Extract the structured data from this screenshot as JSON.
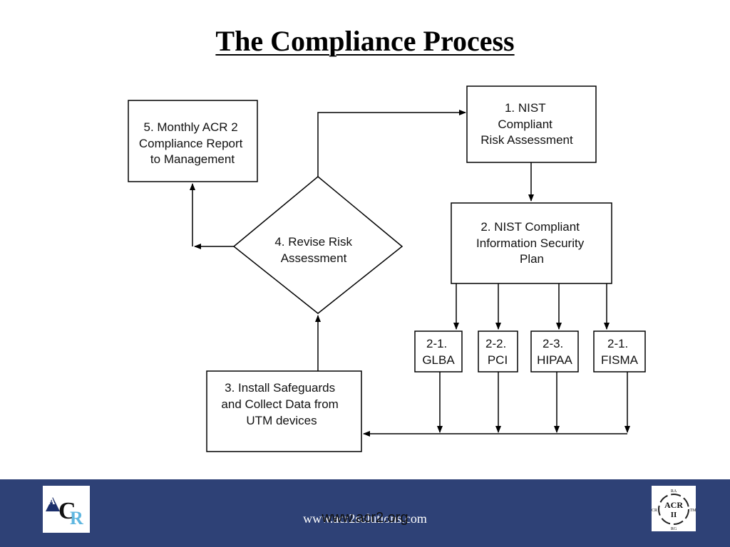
{
  "title": "The Compliance Process",
  "nodes": {
    "step1": [
      "1.  NIST",
      "Compliant",
      "Risk Assessment"
    ],
    "step2": [
      "2. NIST Compliant",
      "Information Security",
      "Plan"
    ],
    "step3": [
      "3.  Install Safeguards",
      "and Collect Data from",
      "UTM devices"
    ],
    "step4": [
      "4.   Revise Risk",
      "Assessment"
    ],
    "step5": [
      "5.  Monthly ACR 2",
      "Compliance Report",
      "to Management"
    ],
    "glba": [
      "2-1.",
      "GLBA"
    ],
    "pci": [
      "2-2.",
      "PCI"
    ],
    "hipaa": [
      "2-3.",
      "HIPAA"
    ],
    "fisma": [
      "2-1.",
      "FISMA"
    ]
  },
  "footer": {
    "website_back": "www.acr2solutions.com",
    "website_front": "www.acr2.org",
    "background_color": "#2e4176"
  },
  "logo_left": {
    "letters": [
      "A",
      "C",
      "R"
    ]
  },
  "logo_right": {
    "center_top": "ACR",
    "center_bottom": "II",
    "ring_labels": [
      "RA",
      "TM",
      "RG",
      "CR"
    ]
  }
}
